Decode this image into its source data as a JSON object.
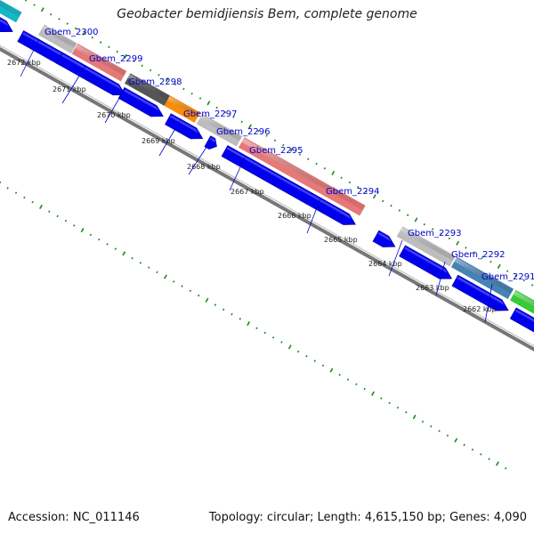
{
  "title": "Geobacter bemidjiensis Bem, complete genome",
  "footer": {
    "accession": "Accession: NC_011146",
    "summary": "Topology: circular; Length: 4,615,150 bp; Genes: 4,090"
  },
  "scale_labels": [
    "2672 kbp",
    "2671 kbp",
    "2670 kbp",
    "2669 kbp",
    "2668 kbp",
    "2667 kbp",
    "2666 kbp",
    "2665 kbp",
    "2664 kbp",
    "2663 kbp",
    "2662 kbp"
  ],
  "gene_labels": [
    "Gbem_2300",
    "Gbem_2299",
    "Gbem_2298",
    "Gbem_2297",
    "Gbem_2296",
    "Gbem_2295",
    "Gbem_2294",
    "Gbem_2293",
    "Gbem_2292",
    "Gbem_2291"
  ],
  "colors": {
    "cds": "#0000ee",
    "backbone": "#777777",
    "tick": "#1a8a1a",
    "label": "#0000cc",
    "features": [
      "#16b8c8",
      "#bdbdbd",
      "#e87878",
      "#555555",
      "#ff8c00",
      "#bdbdbd",
      "#e87878",
      "#bdbdbd",
      "#4682b4",
      "#33cc33"
    ]
  }
}
